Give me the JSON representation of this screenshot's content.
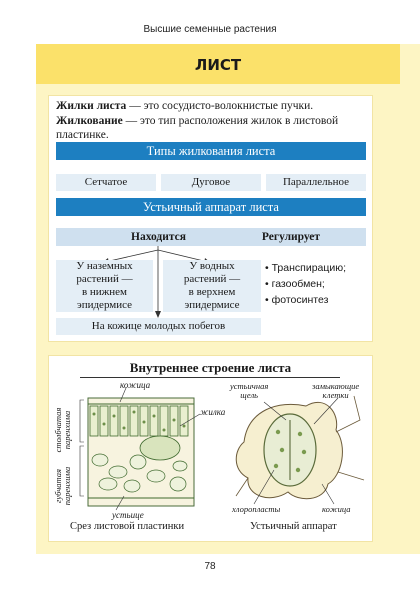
{
  "header": {
    "section": "Высшие семенные растения"
  },
  "title": "ЛИСТ",
  "definitions": [
    {
      "term": "Жилки листа",
      "text": " — это сосудисто-волокнистые пучки."
    },
    {
      "term": "Жилкование",
      "text": " — это тип расположения жилок в листовой пластинке."
    }
  ],
  "venation": {
    "heading": "Типы жилкования листа",
    "types": [
      "Сетчатое",
      "Дуговое",
      "Параллельное"
    ]
  },
  "stomata": {
    "heading": "Устьичный аппарат листа",
    "located_label": "Находится",
    "regulates_label": "Регулирует",
    "location_left": [
      "У наземных",
      "растений —",
      "в нижнем",
      "эпидермисе"
    ],
    "location_right": [
      "У водных",
      "растений —",
      "в верхнем",
      "эпидермисе"
    ],
    "location_bottom": "На кожице молодых побегов",
    "regulates": [
      "Транспирацию;",
      "газообмен;",
      "фотосинтез"
    ]
  },
  "structure": {
    "heading": "Внутреннее строение листа",
    "left_labels": {
      "skin_top": "кожица",
      "palisade_1": "столбчатая",
      "palisade_2": "паренхима",
      "spongy_1": "губчатая",
      "spongy_2": "паренхима",
      "vein": "жилка",
      "stoma": "устьице"
    },
    "right_labels": {
      "slit_1": "устьичная",
      "slit_2": "щель",
      "guard_1": "замыкающие",
      "guard_2": "клетки",
      "chloroplasts": "хлоропласты",
      "skin": "кожица"
    },
    "left_caption": "Срез листовой пластинки",
    "right_caption": "Устьичный аппарат"
  },
  "page_number": "78",
  "colors": {
    "title_band": "#fbe16a",
    "bar": "#1d7fc1",
    "cell": "#e4eef6",
    "sub": "#cfe0ef",
    "band": "#fdf5c4"
  }
}
